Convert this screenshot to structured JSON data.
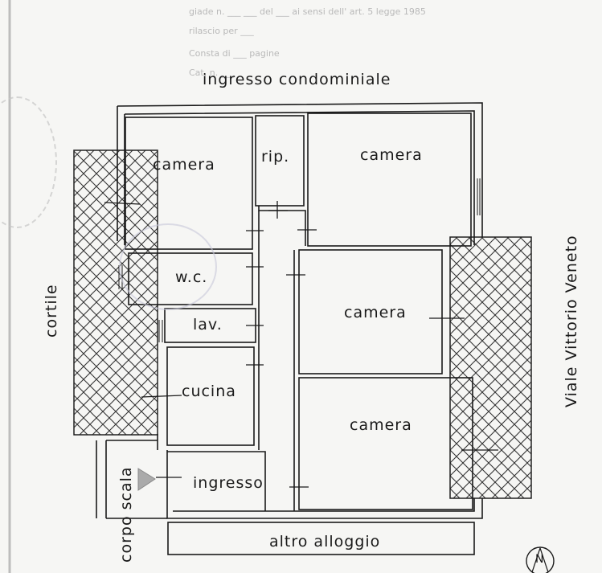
{
  "header_notes": [
    "giade n. ___  ___ del ___ ai sensi dell' art. 5 legge 1985",
    "rilascio per ___",
    "Consta di ___ pagine",
    "Cat. n. ___"
  ],
  "labels": {
    "entrance_top": "ingresso condominiale",
    "courtyard": "cortile",
    "street": "Viale Vittorio Veneto",
    "stair": "corpo scala",
    "other_flat": "altro alloggio"
  },
  "rooms": {
    "camera_nw": "camera",
    "ripostiglio": "rip.",
    "camera_ne": "camera",
    "wc": "w.c.",
    "lavanderia": "lav.",
    "camera_e": "camera",
    "cucina": "cucina",
    "camera_se": "camera",
    "ingresso": "ingresso"
  },
  "north_mark": "N",
  "colors": {
    "ink": "#1a1a1a",
    "paper": "#f6f6f4",
    "hatch": "#333333"
  }
}
